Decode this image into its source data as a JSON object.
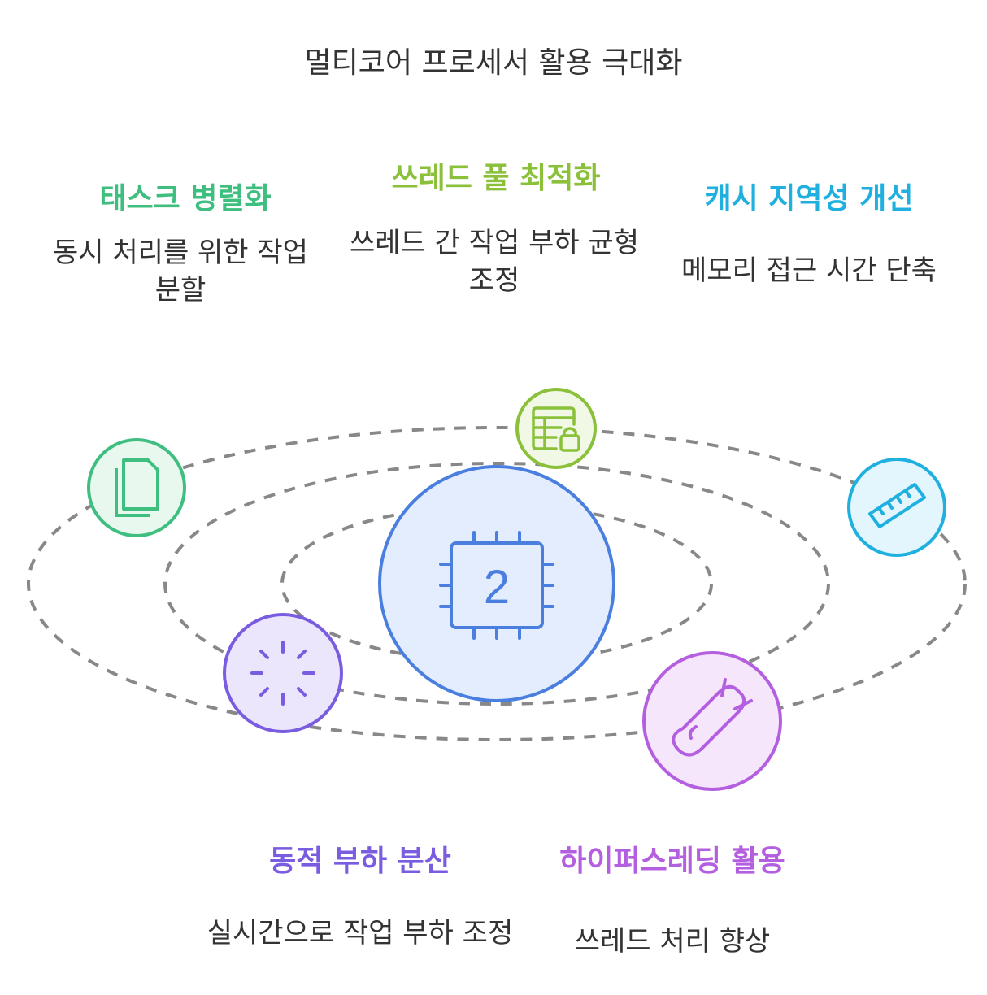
{
  "title": "멀티코어 프로세서 활용 극대화",
  "colors": {
    "orbit": "#888888",
    "center_stroke": "#4a7fe0",
    "center_fill": "#e3edfd",
    "task": "#3fbf7f",
    "thread_pool": "#8bc13a",
    "cache": "#1fb0e0",
    "dynamic": "#7a5ce0",
    "hyperthreading": "#b45ee0"
  },
  "center": {
    "icon": "cpu-chip-icon",
    "chip_number": "2"
  },
  "items": [
    {
      "id": "task",
      "heading": "태스크 병렬화",
      "desc_line1": "동시 처리를 위한 작업",
      "desc_line2": "분할",
      "icon": "documents-icon"
    },
    {
      "id": "thread-pool",
      "heading": "쓰레드 풀 최적화",
      "desc_line1": "쓰레드 간 작업 부하 균형",
      "desc_line2": "조정",
      "icon": "table-lock-icon"
    },
    {
      "id": "cache",
      "heading": "캐시 지역성 개선",
      "desc_line1": "메모리 접근 시간 단축",
      "icon": "memory-module-icon"
    },
    {
      "id": "dynamic",
      "heading": "동적 부하 분산",
      "desc_line1": "실시간으로 작업 부하 조정",
      "icon": "loader-icon"
    },
    {
      "id": "hyperthreading",
      "heading": "하이퍼스레딩 활용",
      "desc_line1": "쓰레드 처리 향상",
      "icon": "thread-snipper-icon"
    }
  ]
}
